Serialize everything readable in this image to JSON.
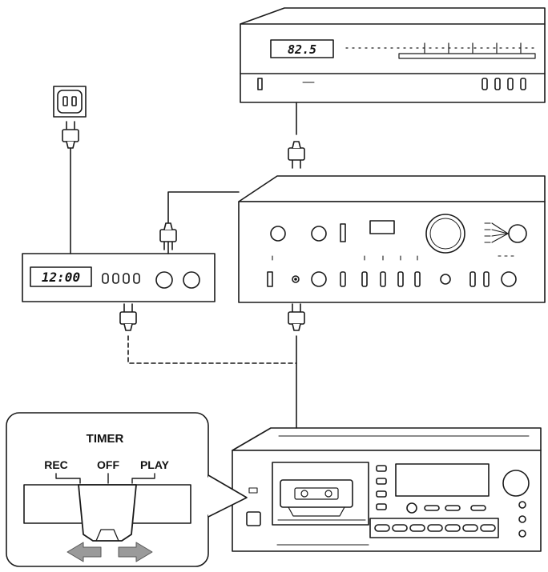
{
  "tuner": {
    "frequency_display": "82.5"
  },
  "timer_unit": {
    "clock_display": "12:00"
  },
  "timer_inset": {
    "title": "TIMER",
    "positions": [
      "REC",
      "OFF",
      "PLAY"
    ],
    "arrow_color": "#9a9a9a"
  },
  "connections": {
    "solid_line_color": "#222222",
    "dashed_line_color": "#222222"
  },
  "icons": [
    "wall-outlet-icon",
    "power-plug-icon",
    "arrow-left-icon",
    "arrow-right-icon"
  ]
}
